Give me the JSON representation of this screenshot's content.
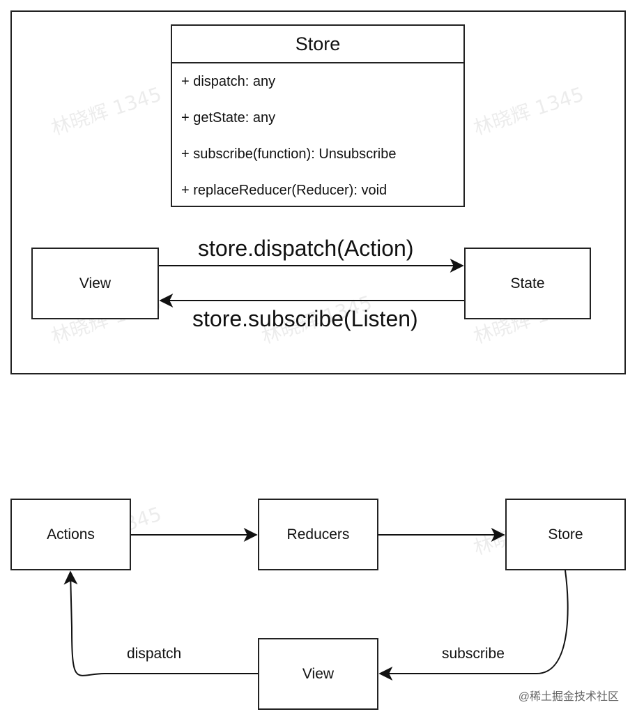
{
  "top": {
    "class_box": {
      "title": "Store",
      "members": [
        "+ dispatch: any",
        "+ getState: any",
        "+ subscribe(function): Unsubscribe",
        "+ replaceReducer(Reducer): void"
      ]
    },
    "view_label": "View",
    "state_label": "State",
    "dispatch_label": "store.dispatch(Action)",
    "subscribe_label": "store.subscribe(Listen)"
  },
  "bottom": {
    "actions_label": "Actions",
    "reducers_label": "Reducers",
    "store_label": "Store",
    "view_label": "View",
    "dispatch_label": "dispatch",
    "subscribe_label": "subscribe"
  },
  "watermark": "林晓辉 1345",
  "footer": "@稀土掘金技术社区"
}
